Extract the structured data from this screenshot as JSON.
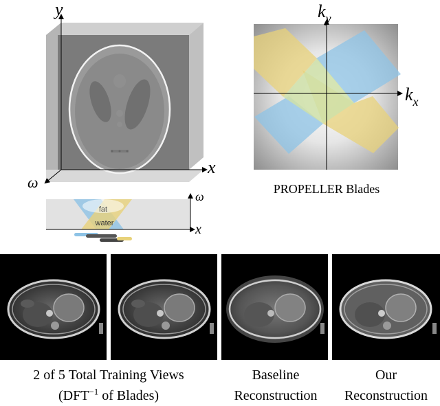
{
  "phantom_cube": {
    "axis_y": "y",
    "axis_x": "x",
    "axis_omega": "ω"
  },
  "propeller": {
    "axis_ky_base": "k",
    "axis_ky_sub": "y",
    "axis_kx_base": "k",
    "axis_kx_sub": "x",
    "caption": "PROPELLER Blades"
  },
  "spectrum": {
    "axis_omega": "ω",
    "axis_x": "x",
    "label_fat": "fat",
    "label_water": "water"
  },
  "mri_panels": {
    "captions": {
      "training_line1": "2 of 5 Total Training Views",
      "training_line2_prefix": "(DFT",
      "training_line2_sup": "−1",
      "training_line2_suffix": " of Blades)",
      "baseline_line1": "Baseline",
      "baseline_line2": "Reconstruction",
      "ours_line1": "Our",
      "ours_line2": "Reconstruction"
    }
  },
  "colors": {
    "blade_yellow": "#e8d27a",
    "blade_blue": "#8ec3e6",
    "phantom_gray": "#7b7b7b"
  }
}
